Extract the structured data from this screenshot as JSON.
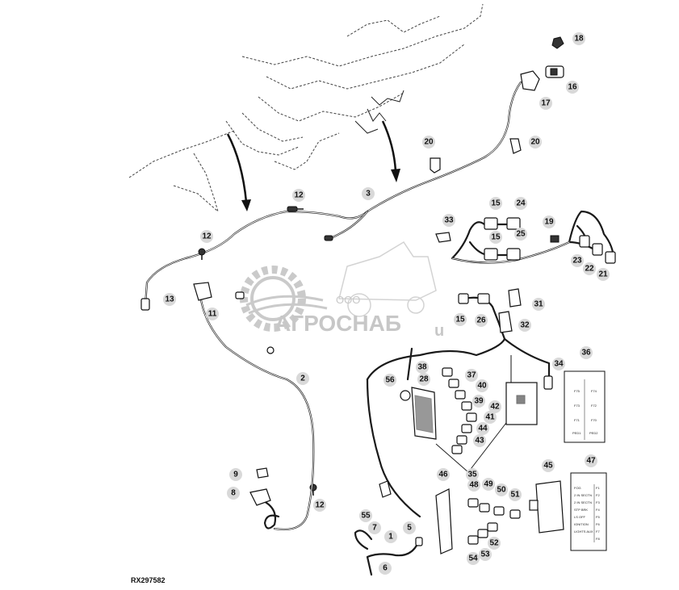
{
  "figure_id": "RX297582",
  "watermark": {
    "company_prefix": "ООО",
    "company_name": "АГРОСНАБ",
    "suffix": "u"
  },
  "callouts": [
    {
      "n": "1"
    },
    {
      "n": "2"
    },
    {
      "n": "3"
    },
    {
      "n": "5"
    },
    {
      "n": "6"
    },
    {
      "n": "7"
    },
    {
      "n": "8"
    },
    {
      "n": "9"
    },
    {
      "n": "11"
    },
    {
      "n": "12a",
      "label": "12"
    },
    {
      "n": "12b",
      "label": "12"
    },
    {
      "n": "12c",
      "label": "12"
    },
    {
      "n": "13"
    },
    {
      "n": "15a",
      "label": "15"
    },
    {
      "n": "15b",
      "label": "15"
    },
    {
      "n": "15c",
      "label": "15"
    },
    {
      "n": "16"
    },
    {
      "n": "17"
    },
    {
      "n": "18"
    },
    {
      "n": "19"
    },
    {
      "n": "20a",
      "label": "20"
    },
    {
      "n": "20b",
      "label": "20"
    },
    {
      "n": "21"
    },
    {
      "n": "22"
    },
    {
      "n": "23"
    },
    {
      "n": "24"
    },
    {
      "n": "25"
    },
    {
      "n": "26"
    },
    {
      "n": "28"
    },
    {
      "n": "31"
    },
    {
      "n": "32"
    },
    {
      "n": "33"
    },
    {
      "n": "34"
    },
    {
      "n": "35"
    },
    {
      "n": "36"
    },
    {
      "n": "37"
    },
    {
      "n": "38"
    },
    {
      "n": "39"
    },
    {
      "n": "40"
    },
    {
      "n": "41"
    },
    {
      "n": "42"
    },
    {
      "n": "43"
    },
    {
      "n": "44"
    },
    {
      "n": "45"
    },
    {
      "n": "46"
    },
    {
      "n": "47"
    },
    {
      "n": "48"
    },
    {
      "n": "49"
    },
    {
      "n": "50"
    },
    {
      "n": "51"
    },
    {
      "n": "52"
    },
    {
      "n": "53"
    },
    {
      "n": "54"
    },
    {
      "n": "55"
    },
    {
      "n": "56"
    }
  ],
  "label_36": {
    "cells": [
      "F75",
      "F74",
      "F73",
      "F72",
      "F71",
      "F70",
      "PED1",
      "PED2"
    ]
  },
  "label_47": {
    "rows": [
      {
        "name": "FOG",
        "code": "F1"
      },
      {
        "name": "2 IN SECTN",
        "code": "F2"
      },
      {
        "name": "2 IN SECTN",
        "code": "F3"
      },
      {
        "name": "STP BRK",
        "code": "F4"
      },
      {
        "name": "LS OFF",
        "code": "F5"
      },
      {
        "name": "IGNITION",
        "code": "F6"
      },
      {
        "name": "LIGHTS AUX",
        "code": "F7"
      },
      {
        "name": "",
        "code": "F8"
      }
    ]
  }
}
